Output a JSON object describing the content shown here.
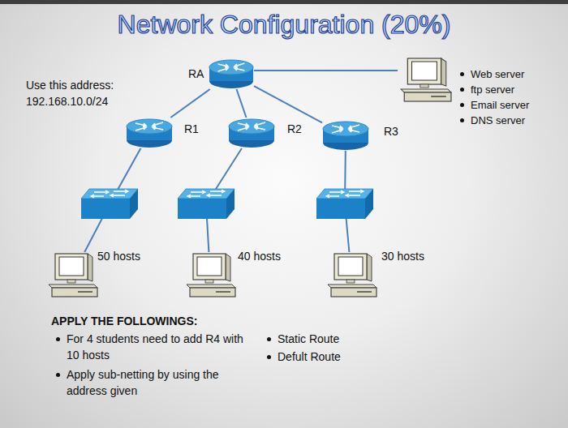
{
  "diagram": {
    "title": "Network Configuration (20%)",
    "nodes": [
      {
        "text": [
          "RA"
        ]
      },
      {
        "text": [
          "Web server",
          "ftp server",
          "Email server",
          "DNS server"
        ]
      },
      {
        "text": [
          "R1"
        ]
      },
      {
        "text": [
          "R2"
        ]
      },
      {
        "text": [
          "R3"
        ]
      },
      {
        "text": [
          "50 hosts"
        ]
      },
      {
        "text": [
          "40 hosts"
        ]
      },
      {
        "text": [
          "30 hosts"
        ]
      }
    ],
    "edges": [
      {
        "from": 0,
        "to": 2,
        "arrow": "none"
      },
      {
        "from": 0,
        "to": 3,
        "arrow": "none"
      },
      {
        "from": 0,
        "to": 4,
        "arrow": "none"
      },
      {
        "from": 0,
        "to": 1,
        "arrow": "none"
      },
      {
        "from": 2,
        "to": 5,
        "arrow": "none"
      },
      {
        "from": 3,
        "to": 6,
        "arrow": "none"
      },
      {
        "from": 4,
        "to": 7,
        "arrow": "none"
      }
    ],
    "labels": [
      "Use this address: 192.168.10.0/24",
      "APPLY THE FOLLOWINGS:",
      "For 4 students need to add R4 with 10 hosts",
      "Apply sub-netting by using the address given",
      "Static Route",
      "Defult Route"
    ]
  }
}
